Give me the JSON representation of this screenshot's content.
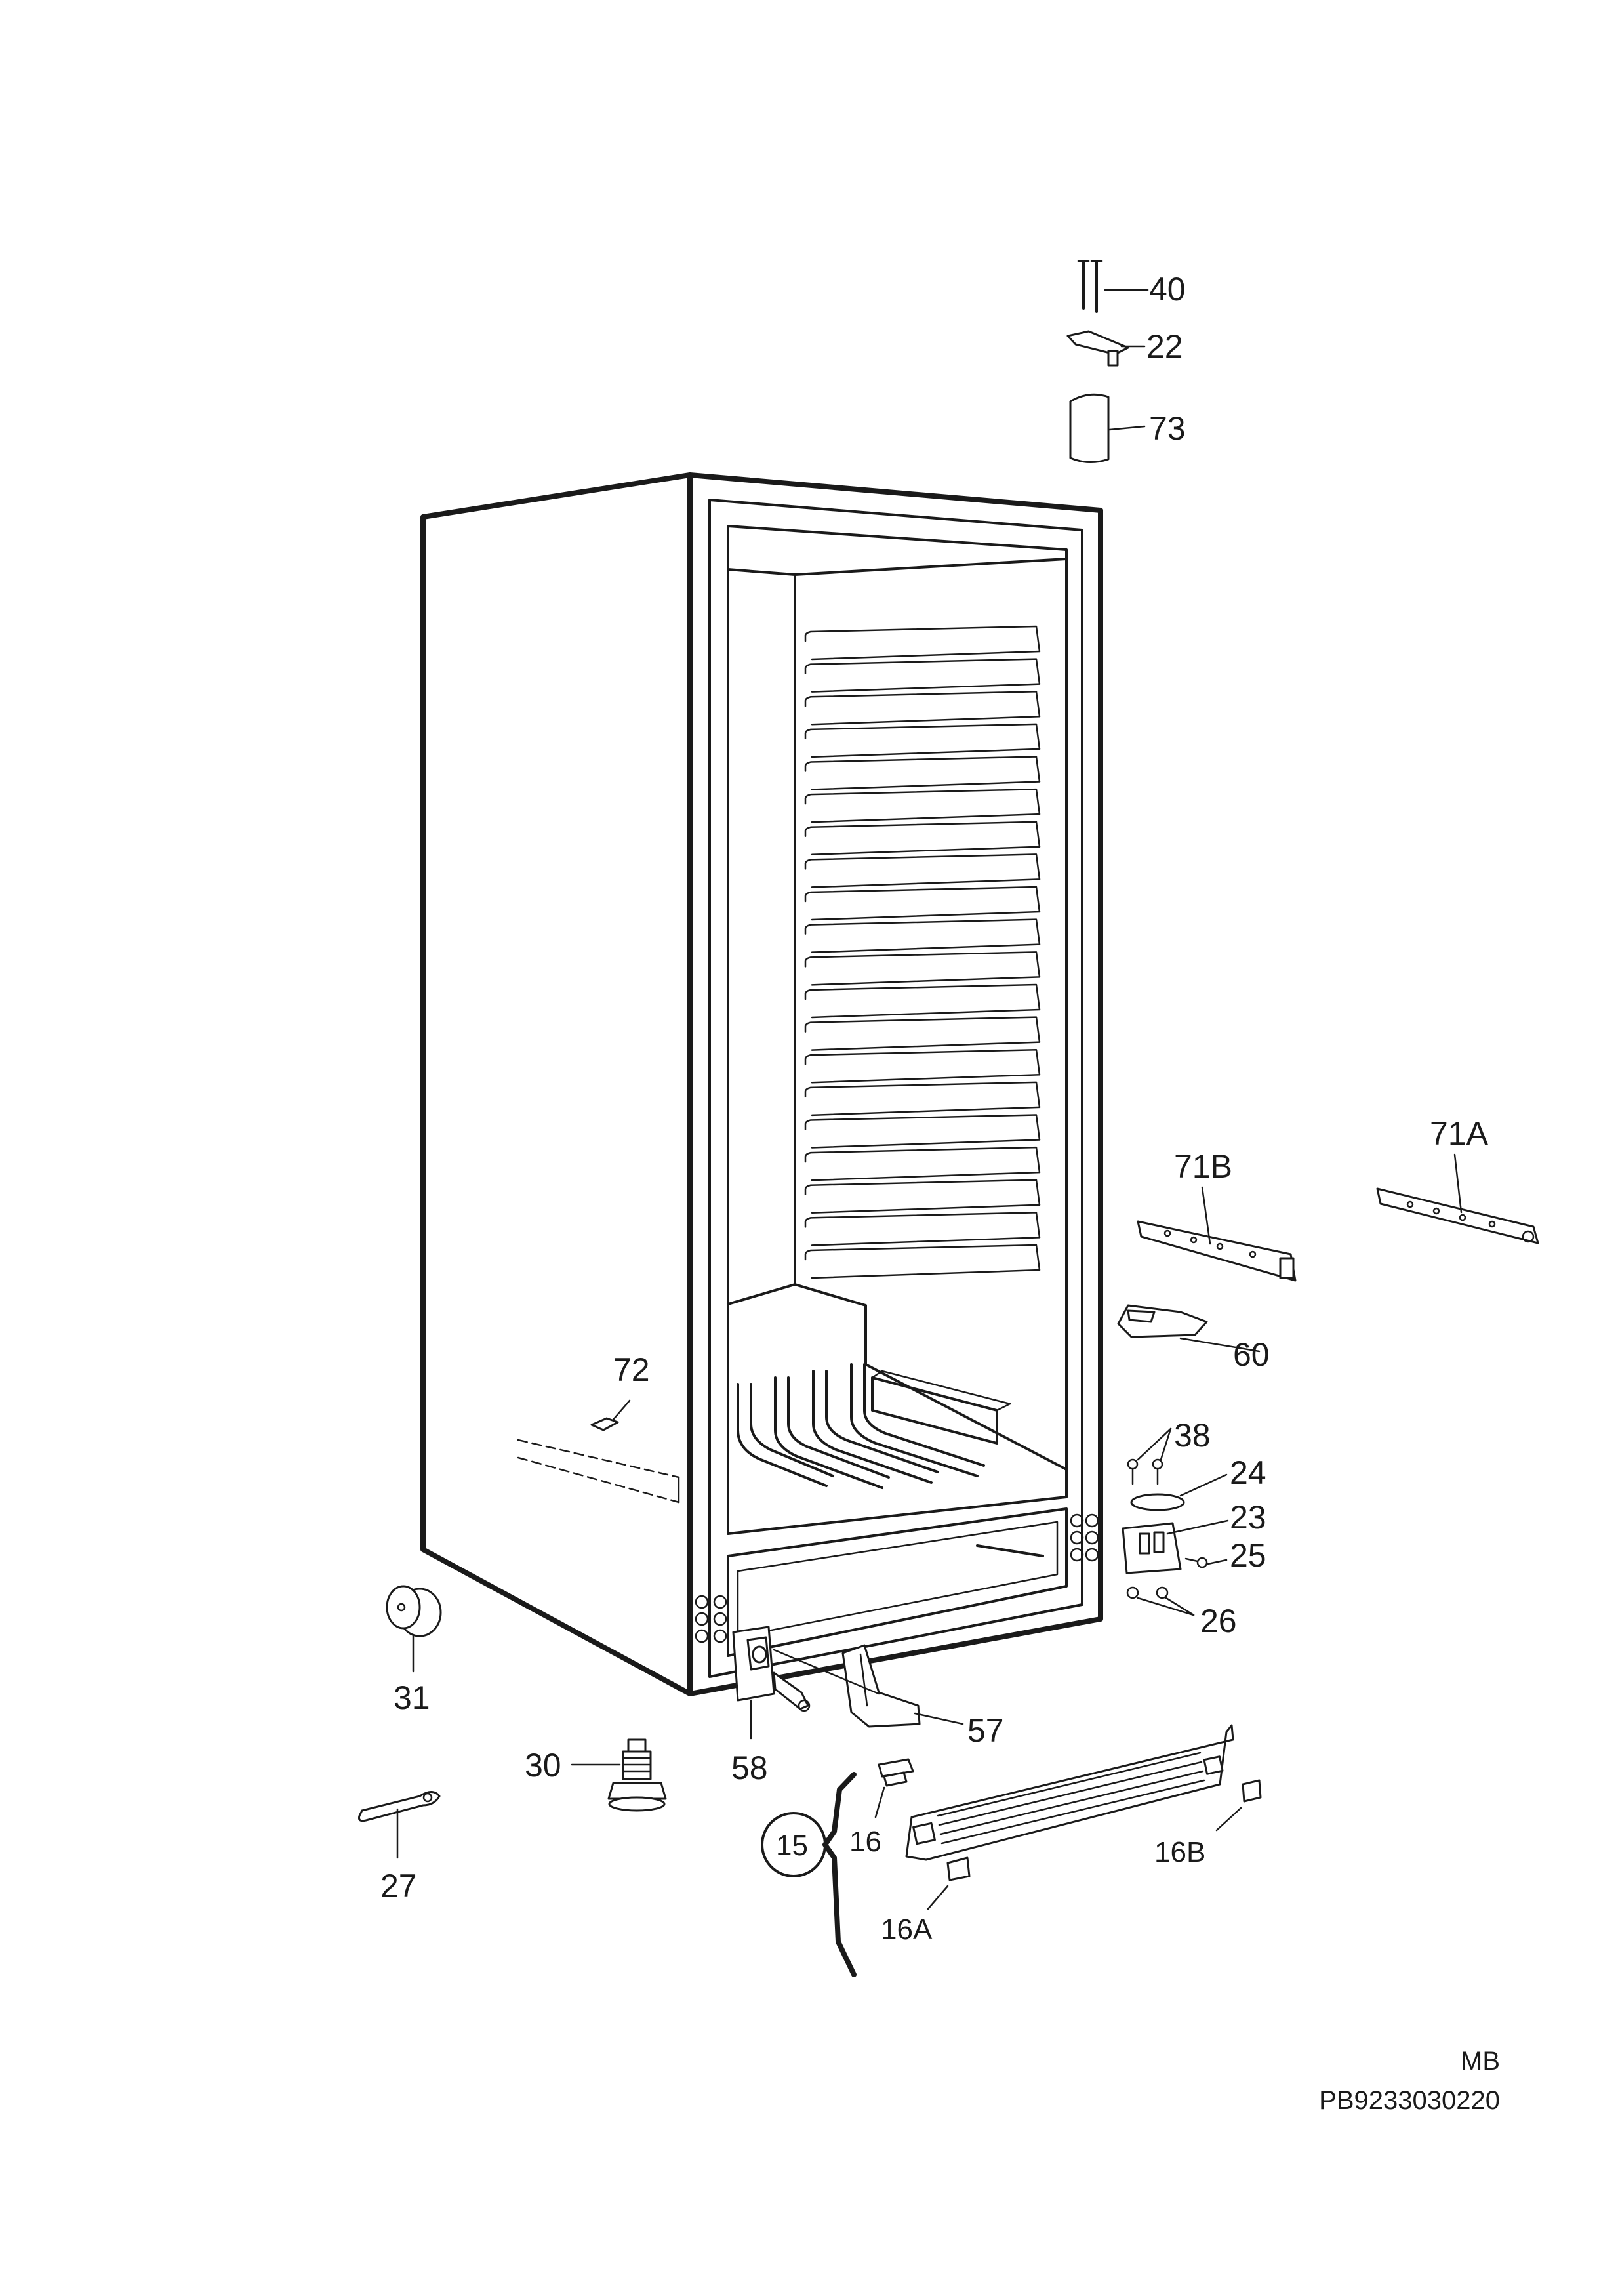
{
  "labels": {
    "p40": "40",
    "p22": "22",
    "p73": "73",
    "p71a": "71A",
    "p71b": "71B",
    "p60": "60",
    "p72": "72",
    "p38": "38",
    "p24": "24",
    "p23": "23",
    "p25": "25",
    "p26": "26",
    "p31": "31",
    "p57": "57",
    "p58": "58",
    "p30": "30",
    "p15": "15",
    "p16": "16",
    "p16b": "16B",
    "p16a": "16A",
    "p27": "27"
  },
  "footer": {
    "variant": "MB",
    "code": "PB9233030220"
  }
}
